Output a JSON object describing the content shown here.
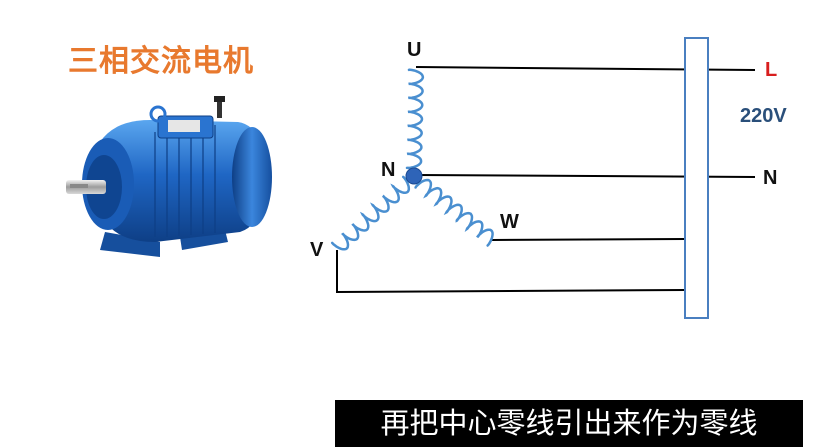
{
  "title": "三相交流电机",
  "subtitle": "再把中心零线引出来作为零线",
  "labels": {
    "u": "U",
    "n_center": "N",
    "w": "W",
    "v": "V",
    "l": "L",
    "voltage": "220V",
    "n_right": "N"
  },
  "colors": {
    "title": "#e8792e",
    "coil": "#4a8fd0",
    "bus_bar": "#4a7fc0",
    "l_label": "#d81e1e",
    "voltage_label": "#2a4f7a",
    "node": "#2e64b8",
    "motor_body": "#1f66c4"
  },
  "icons": {
    "motor": "three-phase-motor-icon"
  }
}
